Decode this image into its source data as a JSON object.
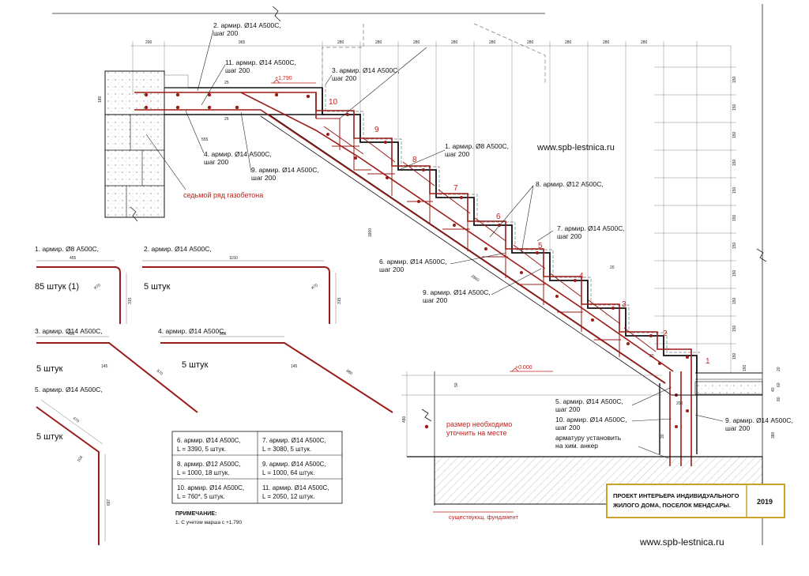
{
  "callouts": {
    "c2": [
      "2. армир. Ø14  А500С,",
      "шаг 200"
    ],
    "c11": [
      "11. армир. Ø14  А500С,",
      "шаг 200"
    ],
    "c3": [
      "3. армир. Ø14  А500С,",
      "шаг 200"
    ],
    "c4": [
      "4. армир. Ø14  А500С,",
      "шаг 200"
    ],
    "c9a": [
      "9. армир. Ø14  А500С,",
      "шаг 200"
    ],
    "c1": [
      "1. армир. Ø8  А500С,",
      "шаг 200"
    ],
    "c8": [
      "8. армир. Ø12  А500С,"
    ],
    "c7": [
      "7. армир. Ø14  А500С,",
      "шаг 200"
    ],
    "c6": [
      "6. армир. Ø14  А500С,",
      "шаг 200"
    ],
    "c9b": [
      "9. армир. Ø14  А500С,",
      "шаг 200"
    ],
    "c5": [
      "5. армир. Ø14  А500С,",
      "шаг 200"
    ],
    "c10": [
      "10. армир. Ø14  А500С,",
      "шаг 200"
    ],
    "anchor": [
      "арматуру установить",
      "на хим. анкер"
    ],
    "c9c": [
      "9. армир. Ø14  А500С,",
      "шаг 200"
    ]
  },
  "steps": [
    "1",
    "2",
    "3",
    "4",
    "5",
    "6",
    "7",
    "8",
    "9",
    "10"
  ],
  "levels": {
    "top": "+1,790",
    "zero": "+0.000"
  },
  "notes": {
    "gas_block": "седьмой ряд газобетона",
    "refine": [
      "размер необходимо",
      "уточнить на месте"
    ],
    "foundation": "существующ. фундамент"
  },
  "website": "www.spb-lestnica.ru",
  "top_dims": [
    "200",
    "965",
    "280",
    "280",
    "280",
    "280",
    "280",
    "280",
    "280",
    "280",
    "280"
  ],
  "small_dims": {
    "d180": "180",
    "d555": "555",
    "d25a": "25",
    "d25b": "25",
    "d1800": "1800",
    "d2860": "2860",
    "d20a": "20",
    "d20b": "20",
    "d50": "50",
    "d200": "200",
    "d30": "30",
    "d480": "480",
    "d150": "150",
    "d380": "380",
    "d20c": "20",
    "d60": "60",
    "d40": "40",
    "d80": "80",
    "r0": "150",
    "r1": "150",
    "r2": "150",
    "r3": "150",
    "r4": "150",
    "r5": "150",
    "r6": "150",
    "r7": "150",
    "r8": "150",
    "r9": "150",
    "r10": "150"
  },
  "bending": [
    {
      "title": "1. армир. Ø8  А500С,",
      "count": "85 штук (1)",
      "dims": [
        "455",
        "ø70",
        "315"
      ]
    },
    {
      "title": "2. армир. Ø14  А500С,",
      "count": "5 штук",
      "dims": [
        "1150",
        "ø70",
        "315"
      ]
    },
    {
      "title": "3. армир. Ø14  А500С,",
      "count": "5 штук",
      "dims": [
        "455",
        "145",
        "570"
      ]
    },
    {
      "title": "4. армир. Ø14  А500С,",
      "count": "5 штук",
      "dims": [
        "850",
        "145",
        "880"
      ]
    },
    {
      "title": "5. армир. Ø14  А500С,",
      "count": "5 штук",
      "dims": [
        "470",
        "104",
        "697"
      ]
    }
  ],
  "spec_table": [
    [
      "6. армир. Ø14  А500С,",
      "L = 3390, 5 штук."
    ],
    [
      "7. армир. Ø14  А500С,",
      "L = 3080, 5 штук."
    ],
    [
      "8. армир. Ø12  А500С,",
      "L = 1000, 18 штук."
    ],
    [
      "9. армир. Ø14  А500С,",
      "L = 1000, 64 штук."
    ],
    [
      "10. армир. Ø14  А500С,",
      "L = 760*, 5 штук."
    ],
    [
      "11. армир. Ø14  А500С,",
      "L = 2050, 12 штук."
    ]
  ],
  "remark": {
    "title": "ПРИМЕЧАНИЕ:",
    "text": "1. С учетом марша с +1.790"
  },
  "title_block": {
    "line1": "ПРОЕКТ ИНТЕРЬЕРА ИНДИВИДУАЛЬНОГО",
    "line2": "ЖИЛОГО ДОМА, ПОСЕЛОК МЕНДСАРЫ.",
    "year": "2019"
  },
  "colors": {
    "rebar": "#9b1b17",
    "label": "#c0231e",
    "line": "#111111",
    "dim": "#777777"
  }
}
